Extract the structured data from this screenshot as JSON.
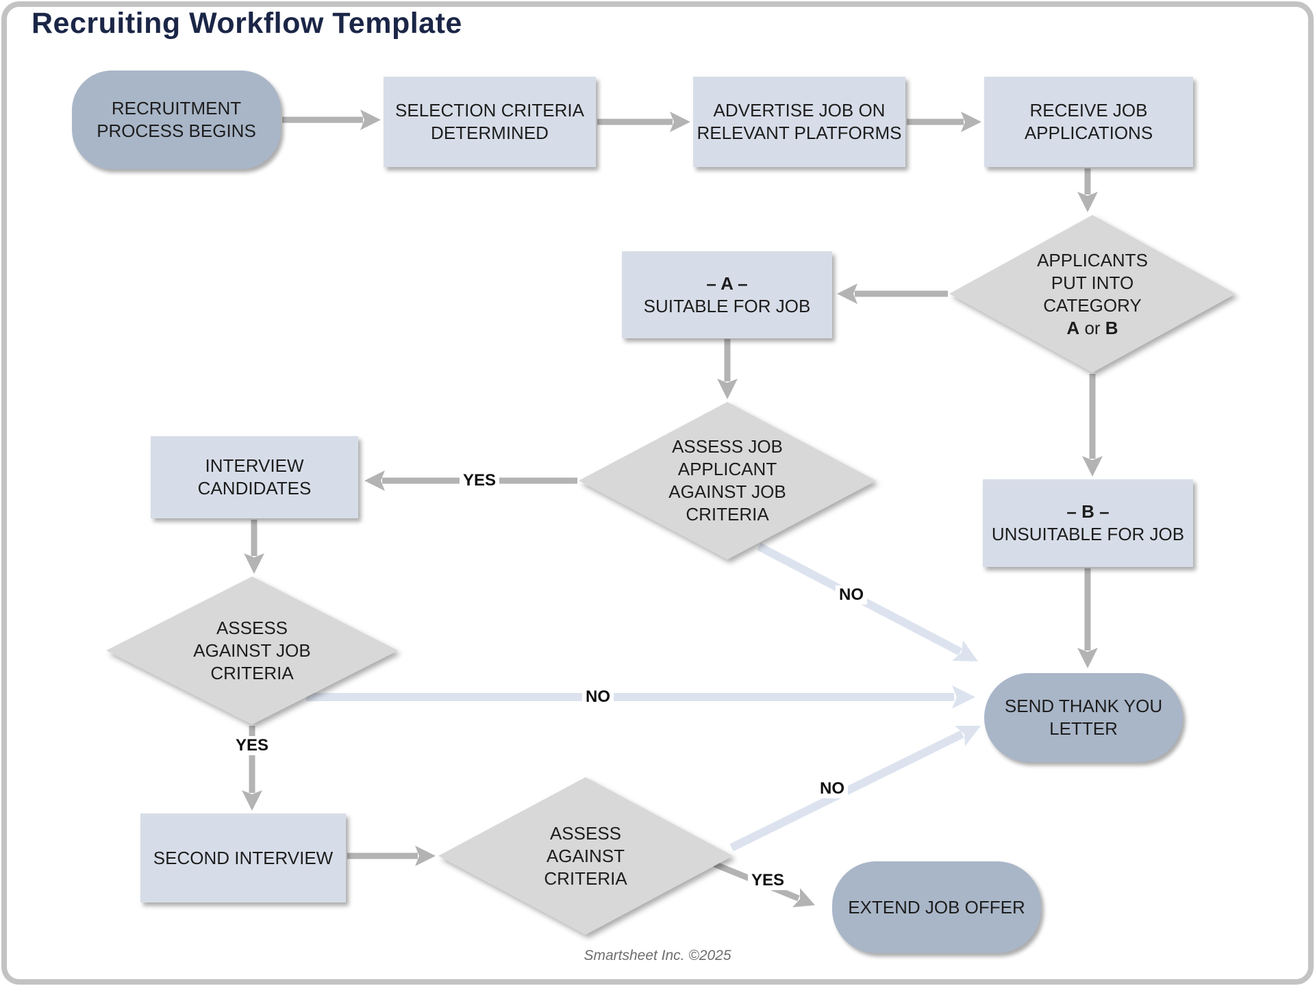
{
  "title": "Recruiting Workflow Template",
  "footer": "Smartsheet Inc. ©2025",
  "nodes": {
    "start": {
      "label": "RECRUITMENT\nPROCESS BEGINS"
    },
    "selection_criteria": {
      "label": "SELECTION CRITERIA\nDETERMINED"
    },
    "advertise_job": {
      "label": "ADVERTISE JOB ON\nRELEVANT PLATFORMS"
    },
    "receive_applications": {
      "label": "RECEIVE JOB\nAPPLICATIONS"
    },
    "categorize": {
      "label": "APPLICANTS\nPUT INTO\nCATEGORY",
      "option_a": "A",
      "conjunction": "or",
      "option_b": "B"
    },
    "category_a": {
      "prefix": "– A –",
      "label": "SUITABLE FOR JOB"
    },
    "assess_applicant": {
      "label": "ASSESS JOB\nAPPLICANT\nAGAINST JOB\nCRITERIA"
    },
    "interview_candidates": {
      "label": "INTERVIEW\nCANDIDATES"
    },
    "assess_job_criteria": {
      "label": "ASSESS\nAGAINST JOB\nCRITERIA"
    },
    "second_interview": {
      "label": "SECOND INTERVIEW"
    },
    "assess_criteria": {
      "label": "ASSESS\nAGAINST\nCRITERIA"
    },
    "category_b": {
      "prefix": "– B –",
      "label": "UNSUITABLE FOR JOB"
    },
    "send_thank_you": {
      "label": "SEND THANK YOU\nLETTER"
    },
    "extend_offer": {
      "label": "EXTEND JOB OFFER"
    }
  },
  "edge_labels": {
    "assess_to_interview": "YES",
    "criteria_to_second": "YES",
    "final_to_offer": "YES",
    "assess_to_thankyou": "NO",
    "criteria_to_thankyou": "NO",
    "final_to_thankyou": "NO"
  },
  "colors": {
    "title_navy": "#1b2647",
    "pill_fill": "#a9b6c8",
    "rect_fill": "#d7dde8",
    "diamond_fill": "#d8d8d8",
    "arrow_gray": "#b3b3b3",
    "arrow_light": "#dce3ef"
  }
}
